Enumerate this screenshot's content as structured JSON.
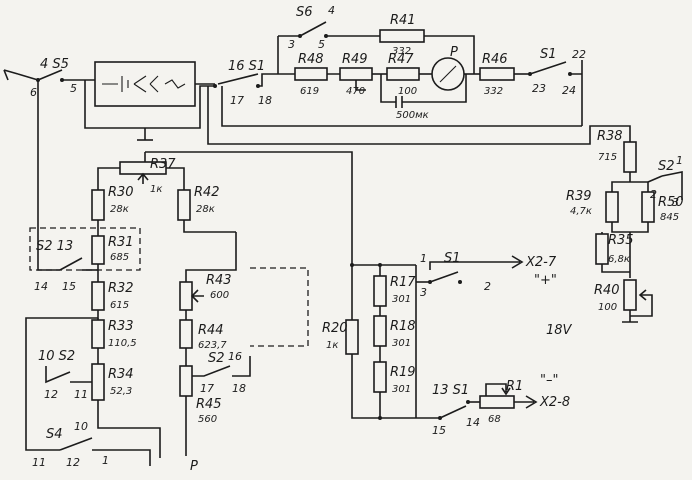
{
  "colors": {
    "ink": "#1c1c1c",
    "paper": "#f4f3ef"
  },
  "labels": {
    "s5": "4 S5",
    "s5_6": "6",
    "s5_5": "5",
    "s6": "S6",
    "s6_4": "4",
    "s6_3": "3",
    "s6_5": "5",
    "s1_top": "16 S1",
    "s1_top_17": "17",
    "s1_top_18": "18",
    "r41a": "R41",
    "r41a_v": "332",
    "r48": "R48",
    "r48_v": "619",
    "r49": "R49",
    "r49_v": "470",
    "r47": "R47",
    "r47_v": "100",
    "cap": "500мк",
    "meter": "P",
    "r46": "R46",
    "r46_v": "332",
    "s1_r": "S1",
    "s1_22": "22",
    "s1_23": "23",
    "s1_24": "24",
    "r38": "R38",
    "r38_v": "715",
    "s2_r": "S2",
    "s2_1": "1",
    "s2_2": "2",
    "s2_3": "3",
    "r39": "R39",
    "r39_v": "4,7к",
    "r50": "R50",
    "r50_v": "845",
    "r35": "R35",
    "r35_v": "6,8к",
    "r40": "R40",
    "r40_v": "100",
    "r37": "R37",
    "r37_v": "1к",
    "r30": "R30",
    "r30_v": "28к",
    "r42": "R42",
    "r42_v": "28к",
    "s2_13": "S2 13",
    "s2_14": "14",
    "s2_15": "15",
    "r31": "R31",
    "r31_v": "685",
    "r32": "R32",
    "r32_v": "615",
    "r33": "R33",
    "r33_v": "110,5",
    "s2_10": "10 S2",
    "s2_12": "12",
    "s2_11": "11",
    "r34": "R34",
    "r34_v": "52,3",
    "s4": "S4",
    "s4_10": "10",
    "s4_11": "11",
    "s4_12": "12",
    "s4_1": "1",
    "r43": "R43",
    "r43_v": "600",
    "r44": "R44",
    "r44_v": "623,7",
    "s2_mid": "S2",
    "s2_16": "16",
    "s2_17": "17",
    "s2_18": "18",
    "r45": "R45",
    "r45_v": "560",
    "p_bottom": "P",
    "r20": "R20",
    "r20_v": "1к",
    "r17": "R17",
    "r17_v": "301",
    "r18": "R18",
    "r18_v": "301",
    "r19": "R19",
    "r19_v": "301",
    "s1_m": "S1",
    "s1_1": "1",
    "s1_2": "2",
    "s1_3": "3",
    "x27": "X2-7",
    "plus": "\"+\"",
    "v18": "18V",
    "s1_b": "13 S1",
    "s1_14": "14",
    "s1_15": "15",
    "r1": "R1",
    "r1_v": "68",
    "x28": "X2-8",
    "minus": "\"–\""
  }
}
